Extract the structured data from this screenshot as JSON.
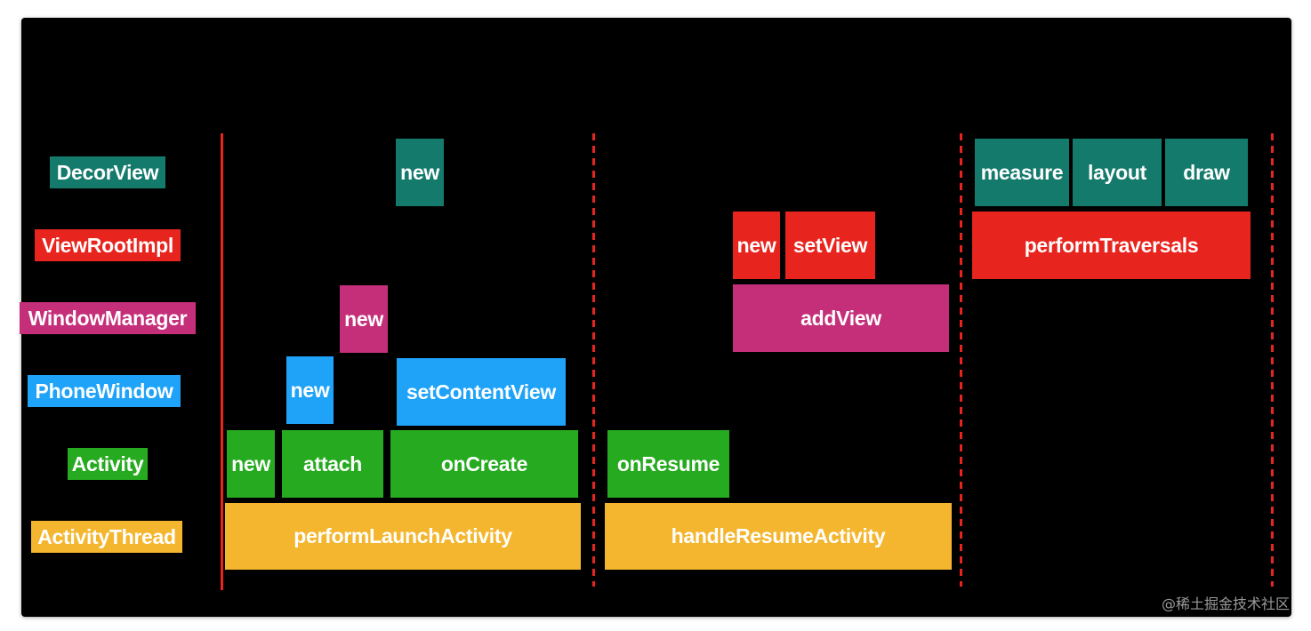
{
  "rows": {
    "decor_view": "DecorView",
    "view_root_impl": "ViewRootImpl",
    "window_manager": "WindowManager",
    "phone_window": "PhoneWindow",
    "activity": "Activity",
    "activity_thread": "ActivityThread"
  },
  "colors": {
    "teal": "#147a6c",
    "red": "#e8241e",
    "magenta": "#c52f7a",
    "blue": "#1fa3f8",
    "green": "#26aa20",
    "yellow": "#f4b62e",
    "background": "#000000"
  },
  "phase1": {
    "decor_new": "new",
    "window_manager_new": "new",
    "phone_window_new": "new",
    "set_content_view": "setContentView",
    "activity_new": "new",
    "attach": "attach",
    "on_create": "onCreate",
    "perform_launch_activity": "performLaunchActivity"
  },
  "phase2": {
    "view_root_new": "new",
    "set_view": "setView",
    "add_view": "addView",
    "on_resume": "onResume",
    "handle_resume_activity": "handleResumeActivity"
  },
  "phase3": {
    "measure": "measure",
    "layout": "layout",
    "draw": "draw",
    "perform_traversals": "performTraversals"
  },
  "watermark": "@稀土掘金技术社区"
}
